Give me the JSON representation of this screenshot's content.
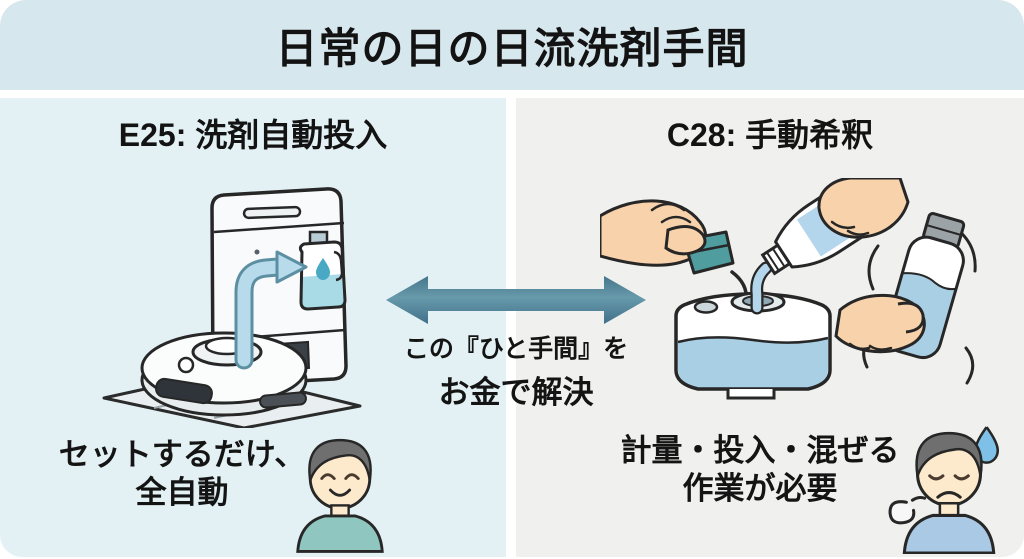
{
  "title": "日常の日の日流洗剤手間",
  "left": {
    "heading": "E25: 洗剤自動投入",
    "caption": {
      "line1": "セットするだけ、",
      "line2": "全自動"
    },
    "illustration": "robot-vacuum-auto-dock-illustration",
    "person_icon": "happy-person-icon"
  },
  "right": {
    "heading": "C28: 手動希釈",
    "caption": {
      "line1": "計量・投入・混ぜる",
      "line2": "作業が必要"
    },
    "illustration": "manual-measure-pour-shake-illustration",
    "person_icon": "stressed-person-icon"
  },
  "center": {
    "icon": "double-arrow-icon",
    "line1": "この『ひと手間』を",
    "line2": "お金で解決"
  },
  "colors": {
    "header_bg": "#d7e7ee",
    "left_panel_bg": "#e3f1f5",
    "right_panel_bg": "#f0f0ee",
    "arrow_teal_dark": "#45758a",
    "arrow_teal_light": "#679aab",
    "light_arrow_blue": "#b8dbec",
    "cap_teal": "#4f9d9f",
    "liquid_blue": "#a9cfe4",
    "droplet_blue": "#49a8c4",
    "skin": "#f8d2ab",
    "happy_shirt": "#8fc7c0",
    "stressed_shirt": "#a9c9e4",
    "text": "#141414"
  }
}
